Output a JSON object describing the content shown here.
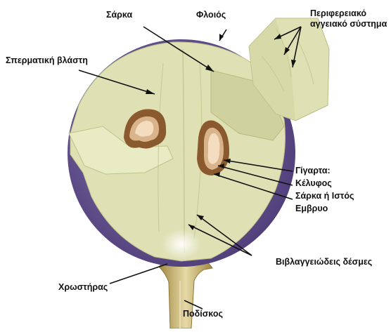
{
  "diagram": {
    "labels": {
      "flesh": "Σάρκα",
      "skin": "Φλοιός",
      "peripheral_vascular": "Περιφερειακό αγγειακό σύστημα",
      "peripheral_vascular_line1": "Περιφερειακό",
      "peripheral_vascular_line2": "αγγειακό σύστημα",
      "brush": "Σπερματική βλάστη",
      "seed": "Γίγαρτα:",
      "seed_coat": "Κέλυφος",
      "seed_flesh": "Σάρκα ή Ιστός",
      "embryo": "Εμβρυο",
      "vascular_bundles": "Βιβλαγγειώδεις δέσμες",
      "receptacle": "Χρωστήρας",
      "pedicel": "Ποδίσκος"
    },
    "colors": {
      "skin": "#6e5a99",
      "flesh": "#dfe0b4",
      "flesh_shadow": "#c9cb95",
      "seed_coat": "#8a5a2e",
      "seed_inner": "#f3dcc0",
      "stem": "#c7b274",
      "arrow": "#111111"
    }
  }
}
